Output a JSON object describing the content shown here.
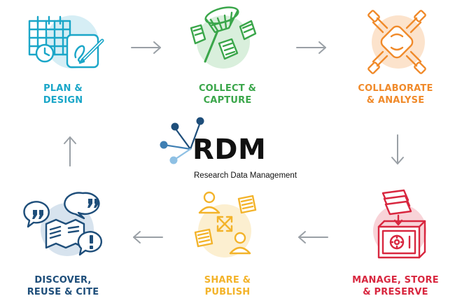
{
  "logo": {
    "title": "RDM",
    "subtitle": "Research Data Management"
  },
  "colors": {
    "plan": "#1aa6c8",
    "plan_bg": "#d6eef5",
    "collect": "#3aa64a",
    "collect_bg": "#d9efdc",
    "collaborate": "#f08a2a",
    "collaborate_bg": "#fce3cc",
    "manage": "#d8273f",
    "manage_bg": "#f8d3d8",
    "share": "#f3b32a",
    "share_bg": "#fcefd0",
    "discover": "#1e4e7a",
    "discover_bg": "#d7e3ee",
    "arrow": "#9aa0a6",
    "logo_dark": "#1e4e7a",
    "logo_mid": "#3f7fb3",
    "logo_light": "#8ec0e4"
  },
  "steps": [
    {
      "id": "plan",
      "label": "PLAN &\nDESIGN",
      "icon": "calendar-pencil-icon"
    },
    {
      "id": "collect",
      "label": "COLLECT &\nCAPTURE",
      "icon": "butterfly-net-icon"
    },
    {
      "id": "collaborate",
      "label": "COLLABORATE\n& ANALYSE",
      "icon": "joined-hands-icon"
    },
    {
      "id": "manage",
      "label": "MANAGE, STORE\n& PRESERVE",
      "icon": "safe-icon"
    },
    {
      "id": "share",
      "label": "SHARE &\nPUBLISH",
      "icon": "share-people-icon"
    },
    {
      "id": "discover",
      "label": "DISCOVER,\nREUSE & CITE",
      "icon": "quote-bubbles-icon"
    }
  ]
}
